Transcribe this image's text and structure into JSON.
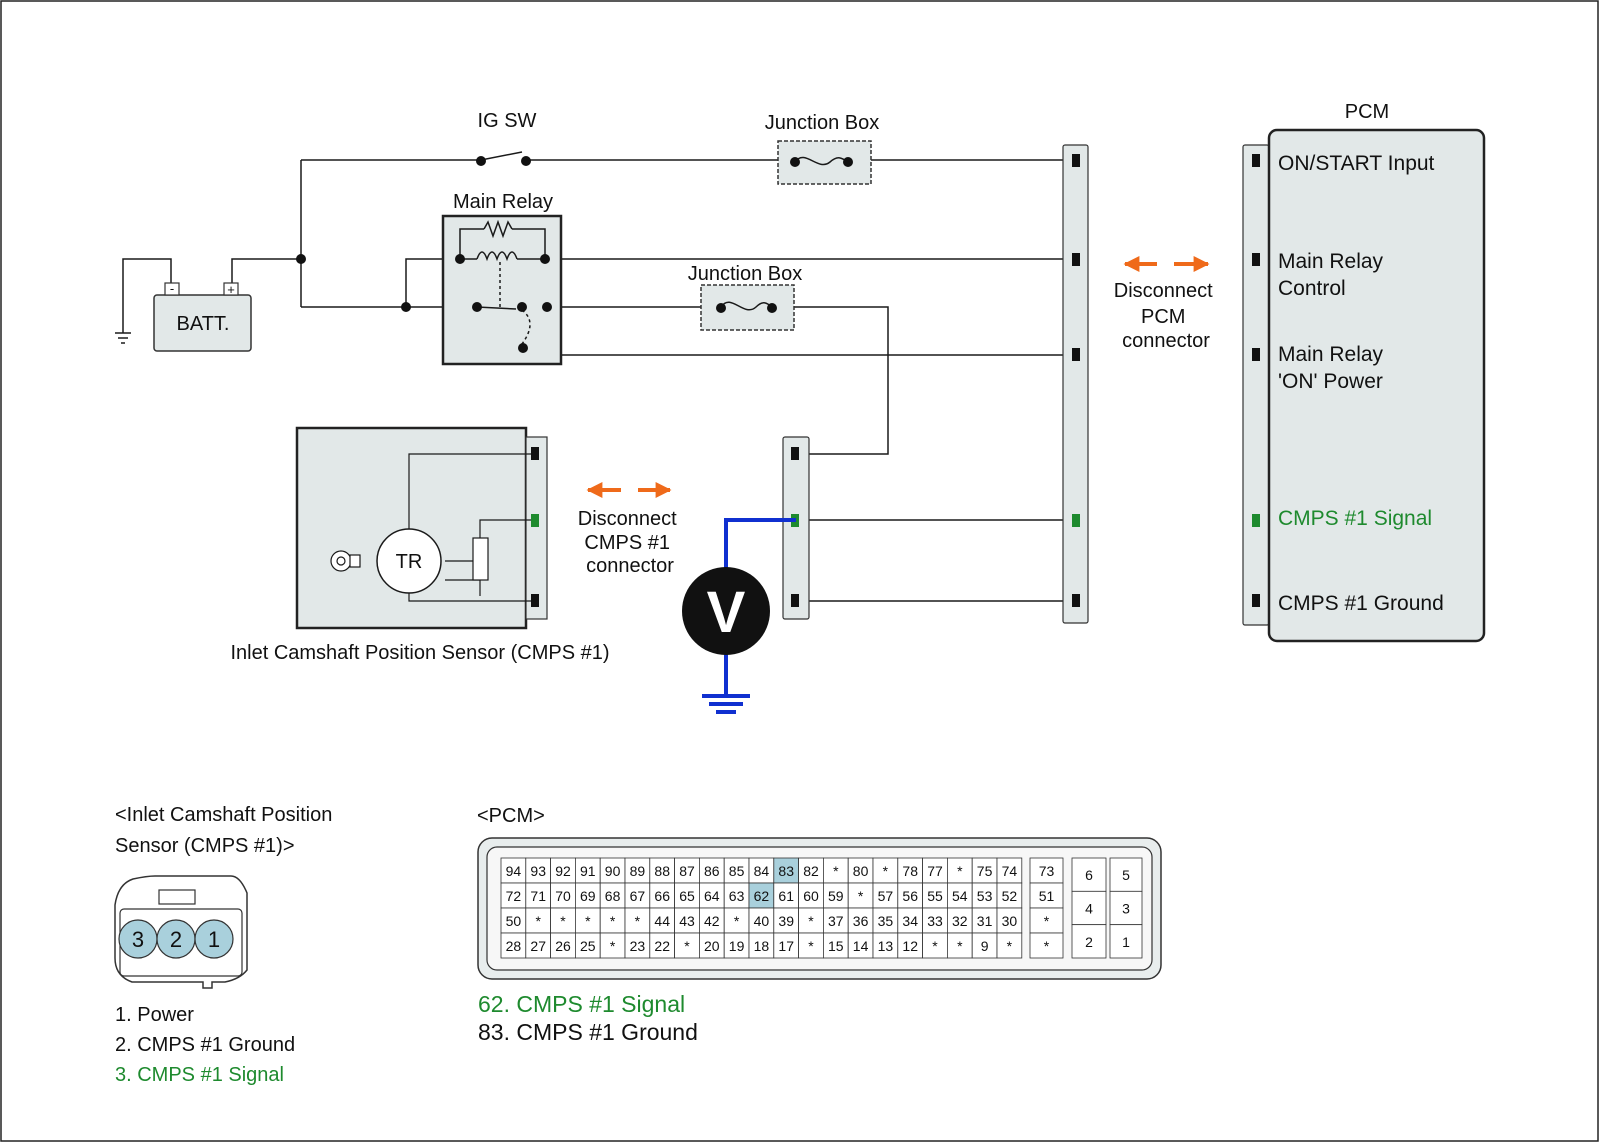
{
  "colors": {
    "wire": "#1a1a1a",
    "signal": "#1e8a2e",
    "probe": "#1030d0",
    "arrow": "#ef6a1a",
    "box_fill": "#e2e8e8",
    "highlight": "#a9d0dc"
  },
  "labels": {
    "ig_sw": "IG SW",
    "junction_box_1": "Junction Box",
    "junction_box_2": "Junction Box",
    "main_relay": "Main Relay",
    "batt": "BATT.",
    "batt_minus": "-",
    "batt_plus": "+",
    "tr": "TR",
    "sensor_caption": "Inlet Camshaft Position Sensor (CMPS #1)",
    "voltmeter": "V",
    "disconnect_cmps": [
      "Disconnect",
      "CMPS #1",
      "connector"
    ],
    "disconnect_pcm": [
      "Disconnect",
      "PCM",
      "connector"
    ]
  },
  "pcm": {
    "title": "PCM",
    "pins": [
      {
        "lines": [
          "ON/START Input"
        ],
        "signal": false
      },
      {
        "lines": [
          "Main Relay",
          "Control"
        ],
        "signal": false
      },
      {
        "lines": [
          "Main Relay",
          "'ON' Power"
        ],
        "signal": false
      },
      {
        "lines": [
          "CMPS #1 Signal"
        ],
        "signal": true
      },
      {
        "lines": [
          "CMPS #1 Ground"
        ],
        "signal": false
      }
    ]
  },
  "sensor_connector": {
    "title_lines": [
      "<Inlet Camshaft Position",
      "Sensor (CMPS #1)>"
    ],
    "pins": [
      "3",
      "2",
      "1"
    ],
    "legend": [
      {
        "text": "1. Power",
        "signal": false
      },
      {
        "text": "2. CMPS #1 Ground",
        "signal": false
      },
      {
        "text": "3. CMPS #1 Signal",
        "signal": true
      }
    ]
  },
  "pcm_connector": {
    "title": "<PCM>",
    "rows": [
      [
        "94",
        "93",
        "92",
        "91",
        "90",
        "89",
        "88",
        "87",
        "86",
        "85",
        "84",
        "83",
        "82",
        "*",
        "80",
        "*",
        "78",
        "77",
        "*",
        "75",
        "74"
      ],
      [
        "72",
        "71",
        "70",
        "69",
        "68",
        "67",
        "66",
        "65",
        "64",
        "63",
        "62",
        "61",
        "60",
        "59",
        "*",
        "57",
        "56",
        "55",
        "54",
        "53",
        "52"
      ],
      [
        "50",
        "*",
        "*",
        "*",
        "*",
        "*",
        "44",
        "43",
        "42",
        "*",
        "40",
        "39",
        "*",
        "37",
        "36",
        "35",
        "34",
        "33",
        "32",
        "31",
        "30"
      ],
      [
        "28",
        "27",
        "26",
        "25",
        "*",
        "23",
        "22",
        "*",
        "20",
        "19",
        "18",
        "17",
        "*",
        "15",
        "14",
        "13",
        "12",
        "*",
        "*",
        "9",
        "*"
      ]
    ],
    "side_column": [
      "73",
      "51",
      "*",
      "*"
    ],
    "block_left": [
      "6",
      "4",
      "2"
    ],
    "block_right": [
      "5",
      "3",
      "1"
    ],
    "highlighted": [
      "83",
      "62"
    ],
    "legend": [
      {
        "text": "62. CMPS #1 Signal",
        "signal": true
      },
      {
        "text": "83. CMPS #1 Ground",
        "signal": false
      }
    ]
  }
}
